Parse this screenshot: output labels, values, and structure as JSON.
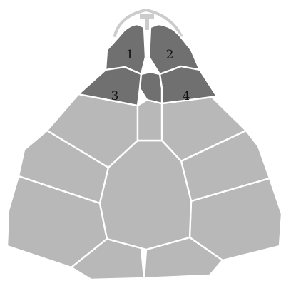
{
  "labels": {
    "plate_1": "1",
    "plate_2": "2",
    "plate_3": "3",
    "plate_4": "4"
  },
  "colors": {
    "highlighted_plates": "#707070",
    "other_plates": "#b8b8b8",
    "seams": "#ffffff",
    "top_marker": "#cccccc"
  },
  "highlighted_plates": [
    "plate_1",
    "plate_2",
    "plate_3",
    "plate_4"
  ]
}
